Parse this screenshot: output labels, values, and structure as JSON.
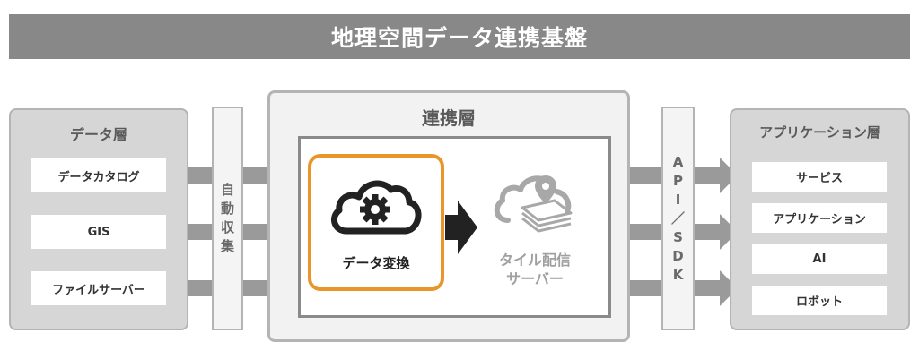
{
  "title": "地理空間データ連携基盤",
  "data_layer": {
    "heading": "データ層",
    "items": [
      "データカタログ",
      "GIS",
      "ファイルサーバー"
    ]
  },
  "collect_label": [
    "自",
    "動",
    "収",
    "集"
  ],
  "renkei_layer": {
    "heading": "連携層",
    "convert_label": "データ変換",
    "tile_server_label": [
      "タイル配信",
      "サーバー"
    ]
  },
  "api_label": [
    "A",
    "P",
    "I",
    "／",
    "S",
    "D",
    "K"
  ],
  "app_layer": {
    "heading": "アプリケーション層",
    "items": [
      "サービス",
      "アプリケーション",
      "AI",
      "ロボット"
    ]
  },
  "icons": [
    "cloud-gear-icon",
    "cloud-map-pin-icon"
  ],
  "colors": {
    "title_bg": "#888888",
    "accent_orange": "#e8962a",
    "arrow_gray": "#9a9a9a",
    "arrow_dark": "#222222"
  }
}
